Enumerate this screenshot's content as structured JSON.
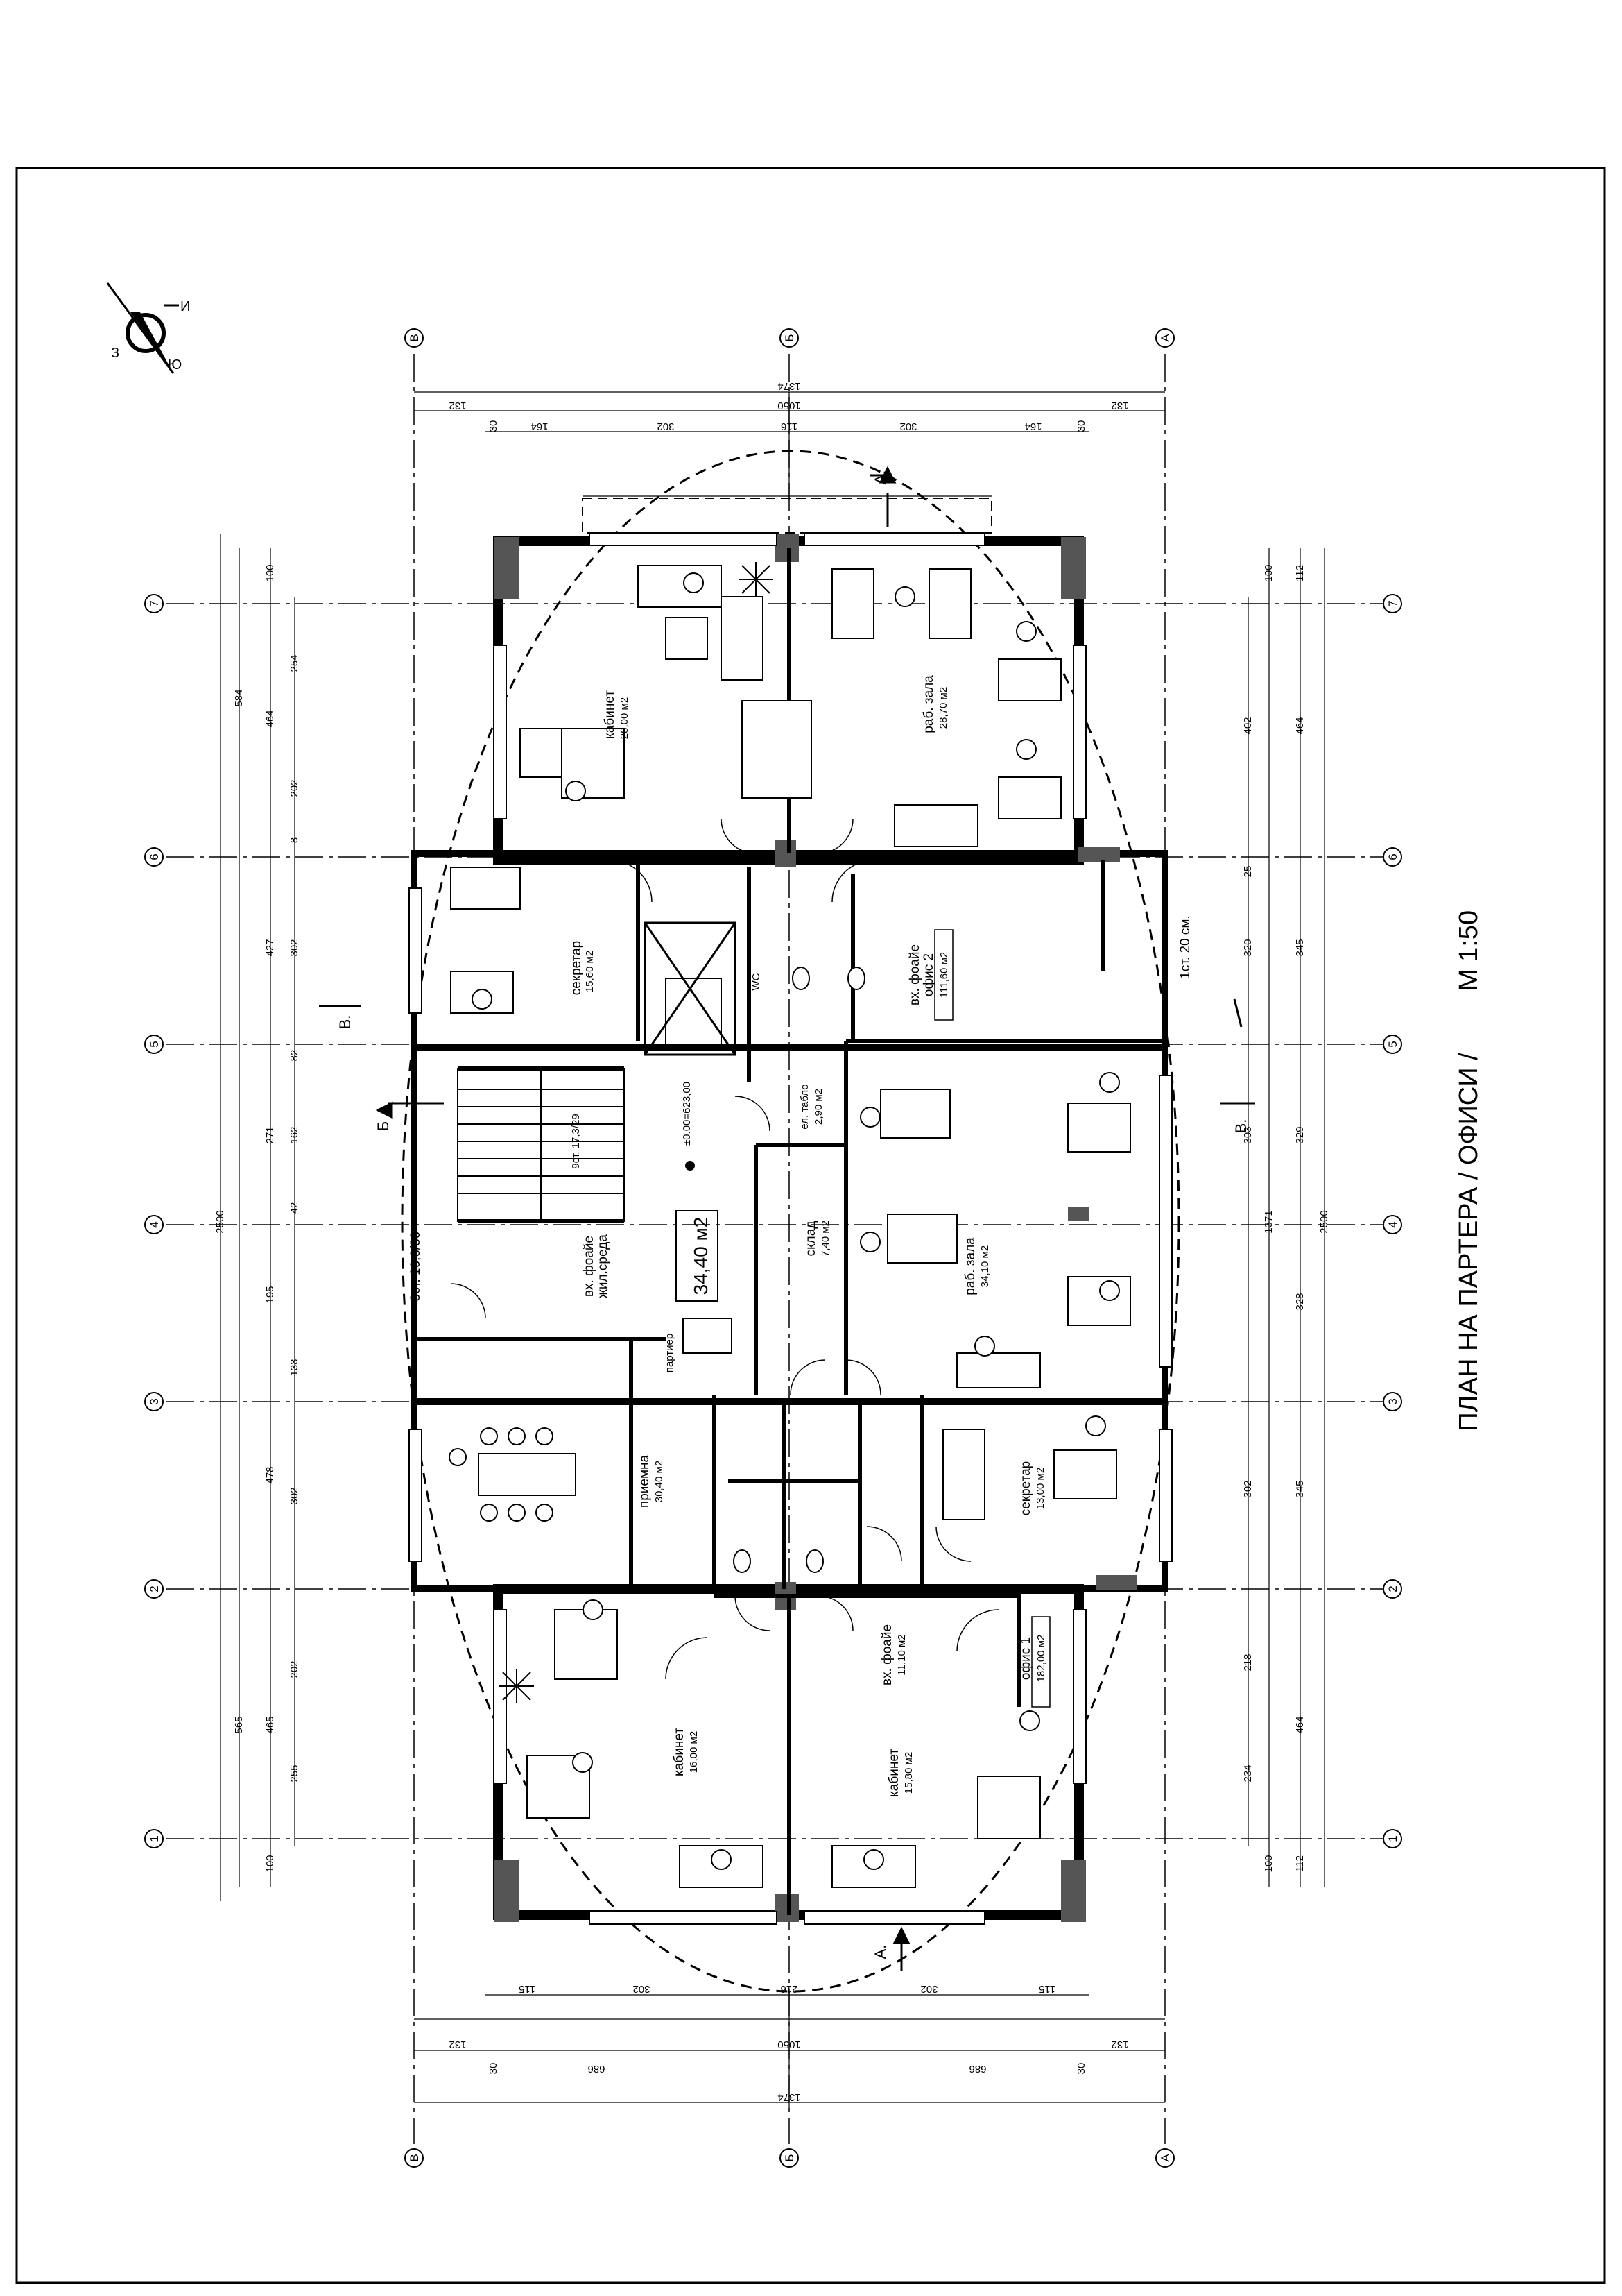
{
  "title": "ПЛАН НА ПАРТЕРА  / ОФИСИ /",
  "scale": "М 1:50",
  "compass_letters": [
    "З",
    "И",
    "Ю"
  ],
  "axes": {
    "numbered": [
      "1",
      "2",
      "3",
      "4",
      "5",
      "6",
      "7"
    ],
    "lettered": [
      "А",
      "Б",
      "В"
    ]
  },
  "section_marks": [
    "А.",
    "А.",
    "Б",
    "В.",
    "В."
  ],
  "rooms": [
    {
      "name": "кабинет",
      "area": "28,00 м2"
    },
    {
      "name": "раб. зала",
      "area": "28,70 м2"
    },
    {
      "name": "секретар",
      "area": "15,60 м2"
    },
    {
      "name": "вх. фоайе",
      "area": "офис 2"
    },
    {
      "name": "111,60 м2",
      "area": ""
    },
    {
      "name": "ел. табло",
      "area": "2,90 м2"
    },
    {
      "name": "склад",
      "area": "7,40 м2"
    },
    {
      "name": "раб. зала",
      "area": "34,10 м2"
    },
    {
      "name": "вх. фоайе",
      "area": "жил.среда"
    },
    {
      "name": "приемна",
      "area": "30,40 м2"
    },
    {
      "name": "секретар",
      "area": "13,00 м2"
    },
    {
      "name": "вх. фоайе",
      "area": "11,10 м2"
    },
    {
      "name": "офис 1",
      "area": "182,00 м2"
    },
    {
      "name": "кабинет",
      "area": "16,00 м2"
    },
    {
      "name": "кабинет",
      "area": "15,80 м2"
    },
    {
      "name": "партиер",
      "area": ""
    },
    {
      "name": "WC",
      "area": ""
    }
  ],
  "annotations": {
    "stair_area": "34,40 м2",
    "level": "±0.00=623,00",
    "step_note": "1ст. 20 см.",
    "stair_note": "3ст. 16,6/30",
    "stair_steps": "9ст. 17,3/29"
  },
  "dims_top": [
    "132",
    "1050",
    "132",
    "1374",
    "30",
    "164",
    "302",
    "116",
    "302",
    "164",
    "30"
  ],
  "dims_bottom": [
    "132",
    "1050",
    "132",
    "1374",
    "30",
    "686",
    "686",
    "30",
    "115",
    "302",
    "216",
    "302",
    "115"
  ],
  "dims_left": [
    "100",
    "254",
    "202",
    "464",
    "584",
    "8",
    "427",
    "302",
    "82",
    "271",
    "162",
    "42",
    "195",
    "133",
    "478",
    "302",
    "202",
    "465",
    "565",
    "255",
    "100",
    "2500"
  ],
  "dims_right": [
    "112",
    "100",
    "402",
    "464",
    "25",
    "345",
    "320",
    "329",
    "303",
    "328",
    "1371",
    "2500",
    "345",
    "302",
    "218",
    "464",
    "234",
    "100",
    "112"
  ]
}
